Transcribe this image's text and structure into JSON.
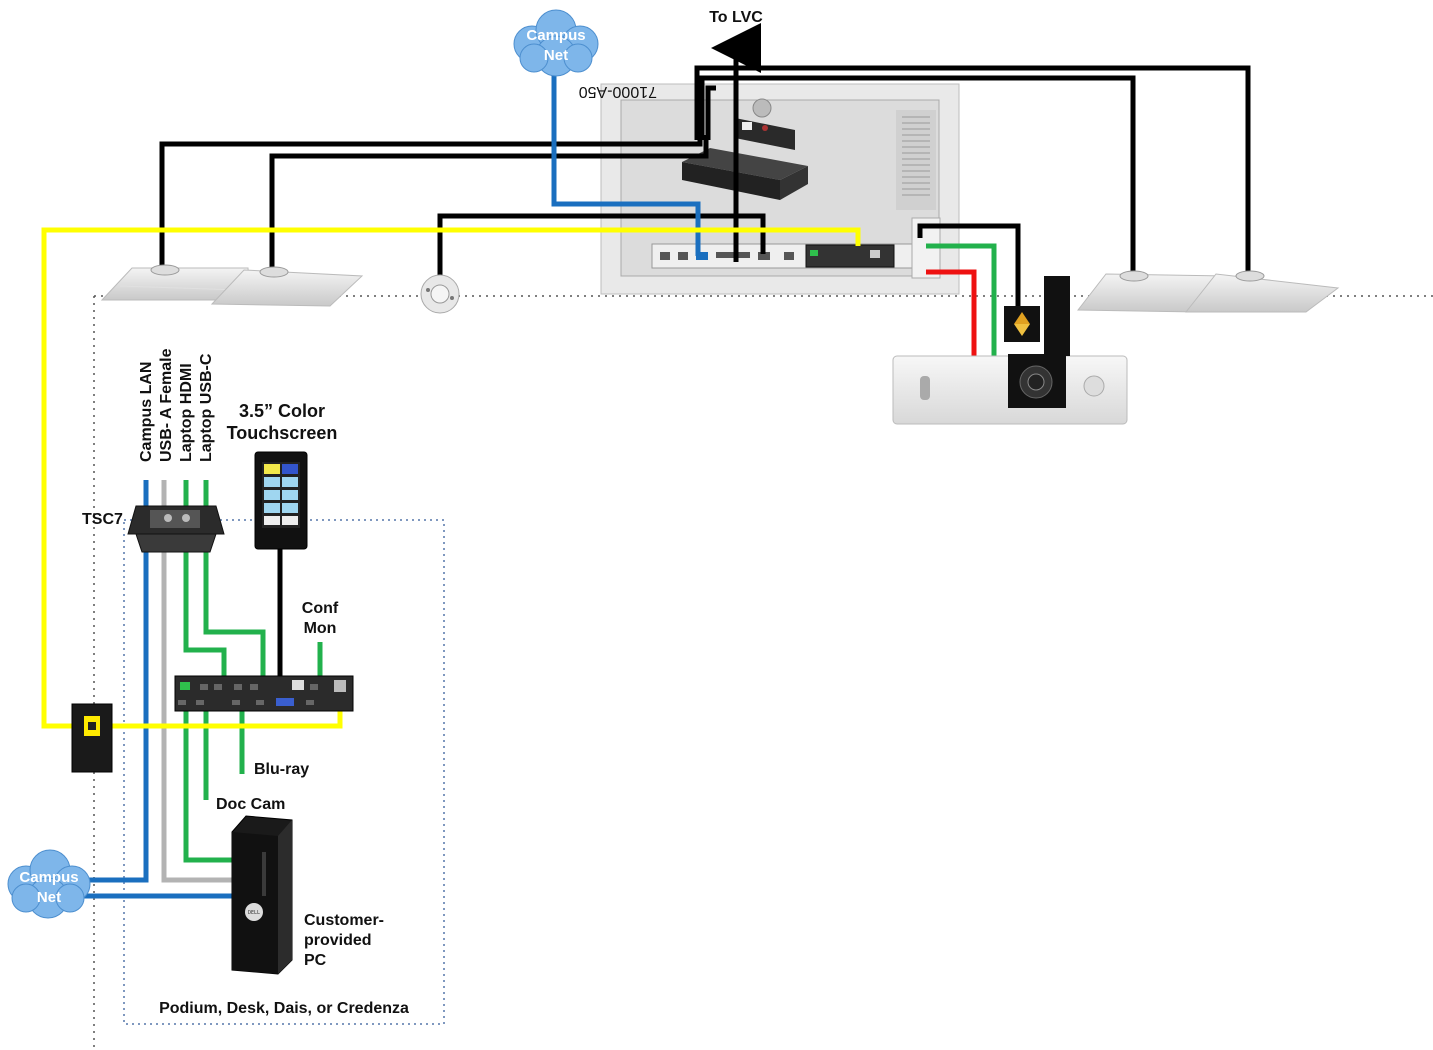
{
  "labels": {
    "to_lvc": "To LVC",
    "campus_net_top_line1": "Campus",
    "campus_net_top_line2": "Net",
    "campus_net_bottom_line1": "Campus",
    "campus_net_bottom_line2": "Net",
    "rack_code": "71000-A50",
    "tsc7": "TSC7",
    "touchscreen_line1": "3.5” Color",
    "touchscreen_line2": "Touchscreen",
    "conf_mon_line1": "Conf",
    "conf_mon_line2": "Mon",
    "bluray": "Blu-ray",
    "doc_cam": "Doc Cam",
    "pc_line1": "Customer-",
    "pc_line2": "provided",
    "pc_line3": "PC",
    "podium": "Podium, Desk, Dais, or Credenza",
    "pc_brand": "DELL"
  },
  "table_box_inputs": [
    "Campus LAN",
    "USB- A Female",
    "Laptop HDMI",
    "Laptop USB-C"
  ],
  "colors": {
    "control": "#000000",
    "network": "#1a6fbf",
    "hdmi": "#22b14c",
    "usb": "#b3b3b3",
    "hdbaset": "#ffff00",
    "power": "#ee1111",
    "cloud": "#7eb6ea"
  },
  "icons": [
    "cloud-icon",
    "ceiling-speaker-icon",
    "occupancy-sensor-icon",
    "projector-icon",
    "touchscreen-icon",
    "pc-tower-icon",
    "wall-plate-icon",
    "switcher-icon"
  ]
}
